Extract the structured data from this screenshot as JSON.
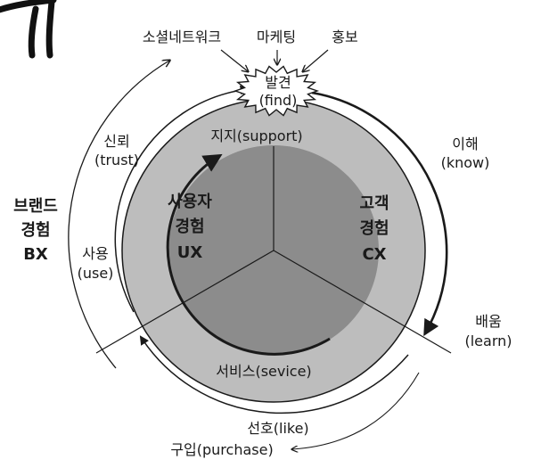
{
  "top_labels": {
    "social": "소셜네트워크",
    "marketing": "마케팅",
    "promotion": "홍보"
  },
  "find": {
    "ko": "발견",
    "en": "(find)"
  },
  "support": "지지(support)",
  "trust": {
    "ko": "신뢰",
    "en": "(trust)"
  },
  "know": {
    "ko": "이해",
    "en": "(know)"
  },
  "brand": {
    "line1": "브랜드",
    "line2": "경험",
    "line3": "BX"
  },
  "use": {
    "ko": "사용",
    "en": "(use)"
  },
  "ux": {
    "line1": "사용자",
    "line2": "경험",
    "line3": "UX"
  },
  "cx": {
    "line1": "고객",
    "line2": "경험",
    "line3": "CX"
  },
  "learn": {
    "ko": "배움",
    "en": "(learn)"
  },
  "service": "서비스(sevice)",
  "like": "선호(like)",
  "purchase": "구입(purchase)",
  "colors": {
    "outer_disk": "#bdbdbd",
    "inner_disk": "#8c8c8c",
    "stroke": "#1a1a1a",
    "background": "#ffffff"
  }
}
